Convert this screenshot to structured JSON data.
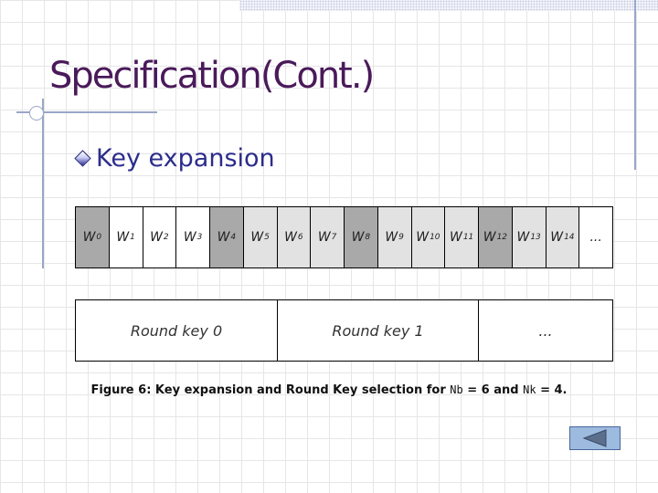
{
  "title": "Specification(Cont.)",
  "bullet": {
    "text": "Key expansion"
  },
  "figure": {
    "words": [
      {
        "base": "W",
        "sub": "0",
        "kind": "start"
      },
      {
        "base": "W",
        "sub": "1",
        "kind": "plain"
      },
      {
        "base": "W",
        "sub": "2",
        "kind": "plain"
      },
      {
        "base": "W",
        "sub": "3",
        "kind": "plain"
      },
      {
        "base": "W",
        "sub": "4",
        "kind": "start"
      },
      {
        "base": "W",
        "sub": "5",
        "kind": "key"
      },
      {
        "base": "W",
        "sub": "6",
        "kind": "key"
      },
      {
        "base": "W",
        "sub": "7",
        "kind": "key"
      },
      {
        "base": "W",
        "sub": "8",
        "kind": "start"
      },
      {
        "base": "W",
        "sub": "9",
        "kind": "key"
      },
      {
        "base": "W",
        "sub": "10",
        "kind": "key"
      },
      {
        "base": "W",
        "sub": "11",
        "kind": "key"
      },
      {
        "base": "W",
        "sub": "12",
        "kind": "start"
      },
      {
        "base": "W",
        "sub": "13",
        "kind": "key"
      },
      {
        "base": "W",
        "sub": "14",
        "kind": "key"
      },
      {
        "base": "...",
        "sub": "",
        "kind": "plain"
      }
    ],
    "round_keys": [
      "Round key 0",
      "Round key 1",
      "..."
    ],
    "caption": {
      "prefix": "Figure 6: Key expansion and Round Key selection for ",
      "nb": "Nb",
      "eq1": " = 6 and ",
      "nk": "Nk",
      "eq2": " = 4."
    }
  },
  "nav": {
    "button_icon": "triangle-left-icon"
  },
  "colors": {
    "title": "#4a1a5a",
    "bullet_text": "#2c2c8c",
    "start_fill": "#a9a9a9",
    "key_fill": "#e2e2e2"
  }
}
